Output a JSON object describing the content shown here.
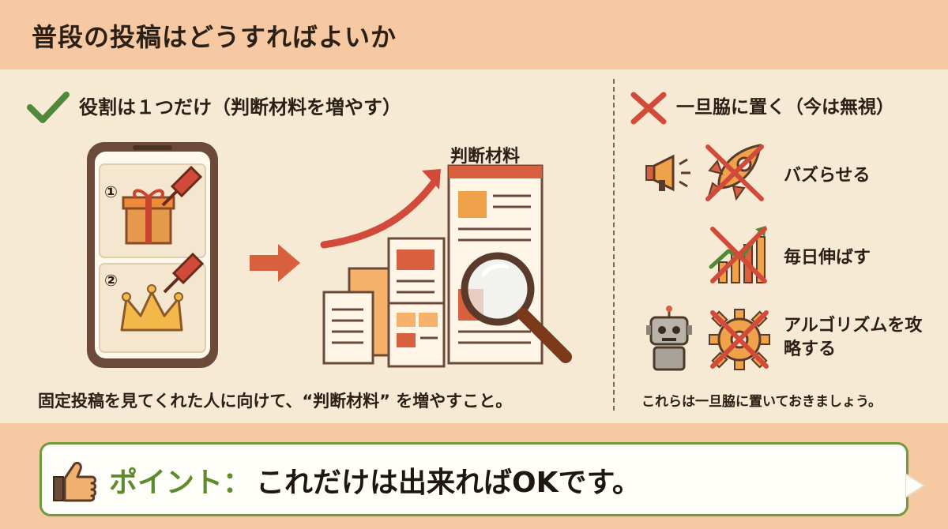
{
  "title": "普段の投稿はどうすればよいか",
  "left": {
    "heading": "役割は１つだけ（判断材料を増やす）",
    "phone_items": [
      "①",
      "②"
    ],
    "docs_label": "判断材料",
    "caption": "固定投稿を見てくれた人に向けて、“判断材料” を増やすこと。"
  },
  "right": {
    "heading": "一旦脇に置く（今は無視）",
    "items": [
      {
        "label": "バズらせる",
        "icon": "rocket-icon"
      },
      {
        "label": "毎日伸ばす",
        "icon": "growth-chart-icon"
      },
      {
        "label": "アルゴリズムを攻略する",
        "icon": "gear-icon"
      }
    ],
    "caption": "これらは一旦脇に置いておきましょう。"
  },
  "callout": {
    "label": "ポイント：",
    "text": "これだけは出来ればOKです。"
  },
  "colors": {
    "accent_orange": "#d9603f",
    "check_green": "#4f8a3a",
    "cross_red": "#d24b3a",
    "header_bg": "#f7c9a2",
    "panel_bg": "#f6ead4",
    "callout_border": "#6f9a3e"
  }
}
